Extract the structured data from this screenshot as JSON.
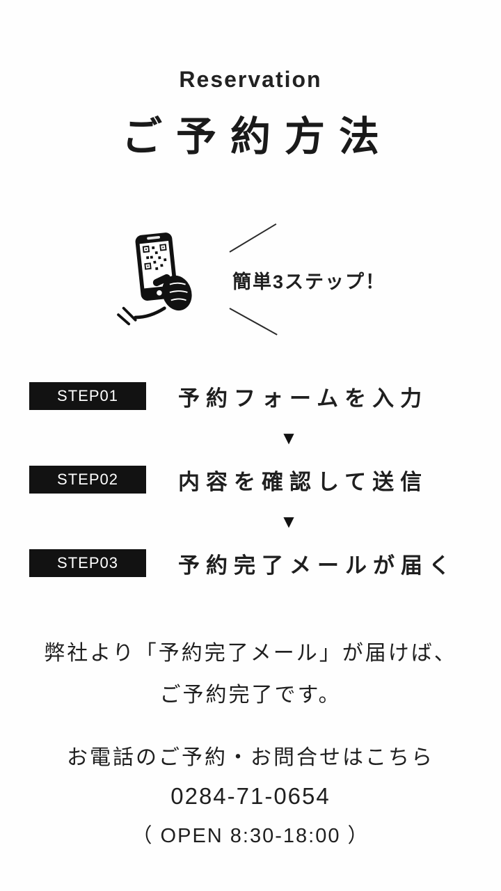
{
  "header": {
    "subtitle": "Reservation",
    "title": "ご予約方法"
  },
  "hero": {
    "callout": "簡単3ステップ！",
    "phone_icon": "phone-qr-hand-icon"
  },
  "steps": [
    {
      "badge": "STEP01",
      "label": "予約フォームを入力"
    },
    {
      "badge": "STEP02",
      "label": "内容を確認して送信"
    },
    {
      "badge": "STEP03",
      "label": "予約完了メールが届く"
    }
  ],
  "misc": {
    "arrow": "▼"
  },
  "footer": {
    "note_line1": "弊社より「予約完了メール」が届けば、",
    "note_line2": "ご予約完了です。",
    "phone_lead": "お電話のご予約・お問合せはこちら",
    "phone_number": "0284-71-0654",
    "open_hours": "（ OPEN  8:30-18:00 ）"
  },
  "colors": {
    "background": "#fefefe",
    "text": "#1f1f1f",
    "badge_bg": "#121212",
    "badge_text": "#ffffff"
  }
}
